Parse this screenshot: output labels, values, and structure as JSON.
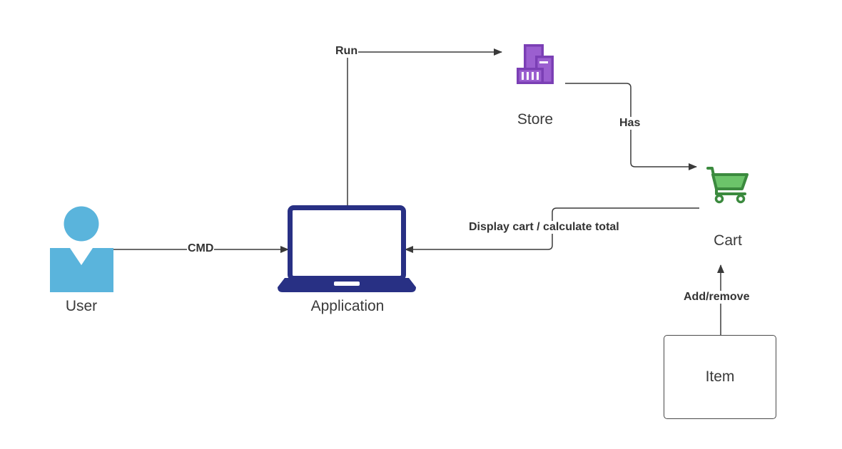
{
  "nodes": {
    "user": {
      "label": "User",
      "icon": "user-icon"
    },
    "application": {
      "label": "Application",
      "icon": "laptop-icon"
    },
    "store": {
      "label": "Store",
      "icon": "store-building-icon"
    },
    "cart": {
      "label": "Cart",
      "icon": "shopping-cart-icon"
    },
    "item": {
      "label": "Item"
    }
  },
  "edges": {
    "cmd": {
      "label": "CMD",
      "from": "User",
      "to": "Application"
    },
    "run": {
      "label": "Run",
      "from": "Application",
      "to": "Store"
    },
    "has": {
      "label": "Has",
      "from": "Store",
      "to": "Cart"
    },
    "display": {
      "label": "Display cart / calculate total",
      "from": "Cart",
      "to": "Application"
    },
    "add_remove": {
      "label": "Add/remove",
      "from": "Item",
      "to": "Cart"
    }
  },
  "colors": {
    "user": "#5ab4dc",
    "laptop": "#283084",
    "store": "#7b3fb5",
    "store_light": "#9b5fd0",
    "cart": "#3b8a3e",
    "cart_fill": "#6cc46a",
    "connector": "#3a3a3a"
  }
}
